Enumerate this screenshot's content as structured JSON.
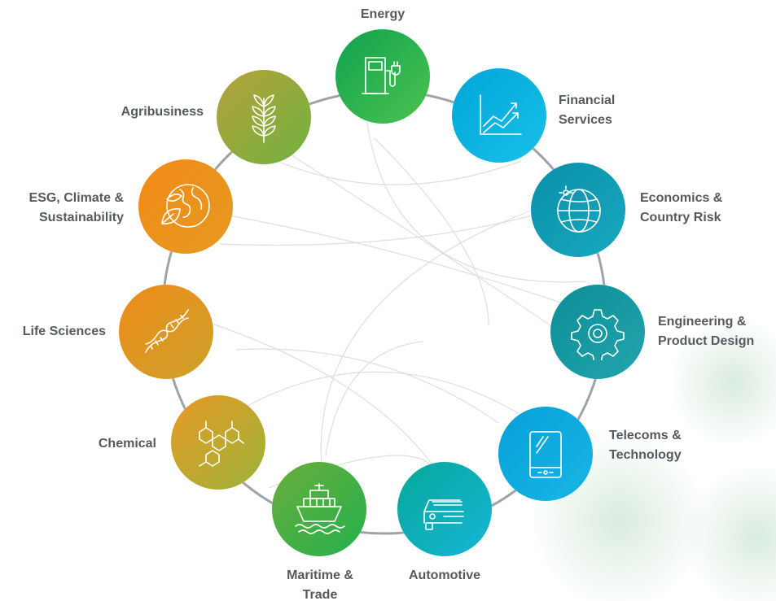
{
  "nodes": [
    {
      "label": "Energy",
      "icon": "fuel-pump-icon",
      "colors": [
        "#0fa24f",
        "#4cc34f"
      ]
    },
    {
      "label": "Financial\nServices",
      "icon": "trend-chart-icon",
      "colors": [
        "#00a6d8",
        "#19c0e8"
      ]
    },
    {
      "label": "Economics &\nCountry Risk",
      "icon": "globe-icon",
      "colors": [
        "#0a8fa8",
        "#18a9c0"
      ]
    },
    {
      "label": "Engineering &\nProduct Design",
      "icon": "gear-icon",
      "colors": [
        "#0d8d98",
        "#21a5ad"
      ]
    },
    {
      "label": "Telecoms &\nTechnology",
      "icon": "tablet-icon",
      "colors": [
        "#05a0d6",
        "#1ab6e6"
      ]
    },
    {
      "label": "Automotive",
      "icon": "car-icon",
      "colors": [
        "#06a79a",
        "#16b6d6"
      ]
    },
    {
      "label": "Maritime &\nTrade",
      "icon": "cargo-ship-icon",
      "colors": [
        "#6aae3b",
        "#24b04d"
      ]
    },
    {
      "label": "Chemical",
      "icon": "molecule-icon",
      "colors": [
        "#e89a23",
        "#9bb33a"
      ]
    },
    {
      "label": "Life Sciences",
      "icon": "dna-icon",
      "colors": [
        "#f08b18",
        "#cba22c"
      ]
    },
    {
      "label": "ESG, Climate &\nSustainability",
      "icon": "globe-leaf-icon",
      "colors": [
        "#f38a17",
        "#e49a21"
      ]
    },
    {
      "label": "Agribusiness",
      "icon": "wheat-icon",
      "colors": [
        "#b5a13a",
        "#71b240"
      ]
    }
  ]
}
